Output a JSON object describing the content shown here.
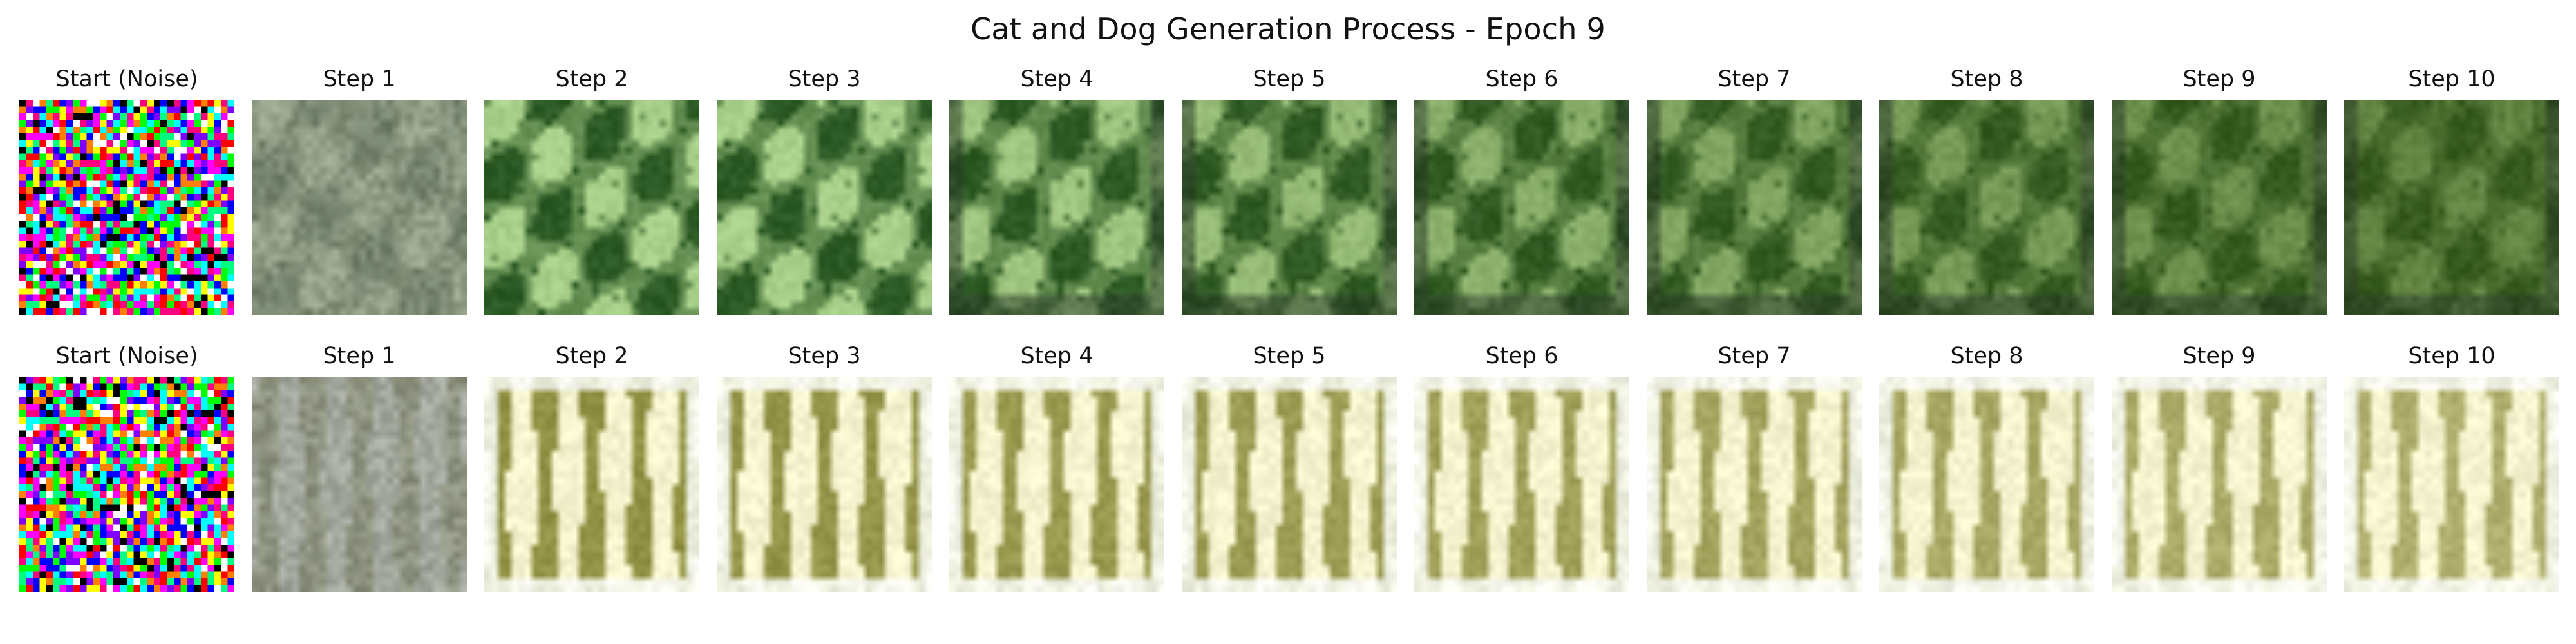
{
  "figure": {
    "title": "Cat and Dog Generation Process - Epoch 9"
  },
  "rows": [
    {
      "name": "cat-sequence",
      "panels": [
        {
          "label": "Start (Noise)",
          "kind": "noise",
          "step": 0
        },
        {
          "label": "Step 1",
          "kind": "cat",
          "step": 1
        },
        {
          "label": "Step 2",
          "kind": "cat",
          "step": 2
        },
        {
          "label": "Step 3",
          "kind": "cat",
          "step": 3
        },
        {
          "label": "Step 4",
          "kind": "cat",
          "step": 4
        },
        {
          "label": "Step 5",
          "kind": "cat",
          "step": 5
        },
        {
          "label": "Step 6",
          "kind": "cat",
          "step": 6
        },
        {
          "label": "Step 7",
          "kind": "cat",
          "step": 7
        },
        {
          "label": "Step 8",
          "kind": "cat",
          "step": 8
        },
        {
          "label": "Step 9",
          "kind": "cat",
          "step": 9
        },
        {
          "label": "Step 10",
          "kind": "cat",
          "step": 10
        }
      ]
    },
    {
      "name": "dog-sequence",
      "panels": [
        {
          "label": "Start (Noise)",
          "kind": "noise",
          "step": 0
        },
        {
          "label": "Step 1",
          "kind": "dog",
          "step": 1
        },
        {
          "label": "Step 2",
          "kind": "dog",
          "step": 2
        },
        {
          "label": "Step 3",
          "kind": "dog",
          "step": 3
        },
        {
          "label": "Step 4",
          "kind": "dog",
          "step": 4
        },
        {
          "label": "Step 5",
          "kind": "dog",
          "step": 5
        },
        {
          "label": "Step 6",
          "kind": "dog",
          "step": 6
        },
        {
          "label": "Step 7",
          "kind": "dog",
          "step": 7
        },
        {
          "label": "Step 8",
          "kind": "dog",
          "step": 8
        },
        {
          "label": "Step 9",
          "kind": "dog",
          "step": 9
        },
        {
          "label": "Step 10",
          "kind": "dog",
          "step": 10
        }
      ]
    }
  ],
  "palette": {
    "noise": [
      "#ff00ff",
      "#00ffff",
      "#00ff00",
      "#ff0000",
      "#0000ff",
      "#ffff00",
      "#ffffff",
      "#000000",
      "#ff8000",
      "#8000ff",
      "#00ff80",
      "#ff0080"
    ],
    "cat_gray": "#8f9288",
    "cat_green_light": "#a9d08a",
    "cat_green_dark": "#2c5a25",
    "cat_green_final": "#3c5a1a",
    "dog_gray": "#8e9490",
    "dog_cream": "#f6f4cf",
    "dog_olive": "#8a8a3a",
    "dog_white": "#fbfdf7"
  }
}
